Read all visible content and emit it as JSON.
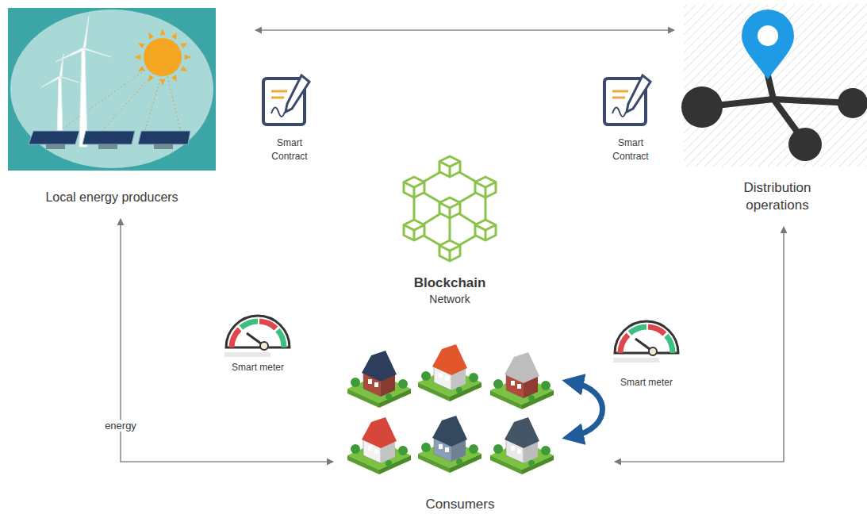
{
  "diagram": {
    "nodes": [
      {
        "text": [
          "Local energy producers"
        ]
      },
      {
        "text": [
          "Distribution operations"
        ]
      },
      {
        "text": [
          "Blockchain",
          "Network"
        ]
      },
      {
        "text": [
          "Consumers"
        ]
      }
    ],
    "edges": [
      {
        "from": 0,
        "to": 1,
        "arrow": "both"
      },
      {
        "from": 0,
        "to": 3,
        "arrow": "both",
        "label": "energy"
      },
      {
        "from": 1,
        "to": 3,
        "arrow": "both"
      }
    ],
    "labels": [
      "Smart Contract",
      "Smart Contract",
      "Smart meter",
      "Smart meter"
    ]
  }
}
